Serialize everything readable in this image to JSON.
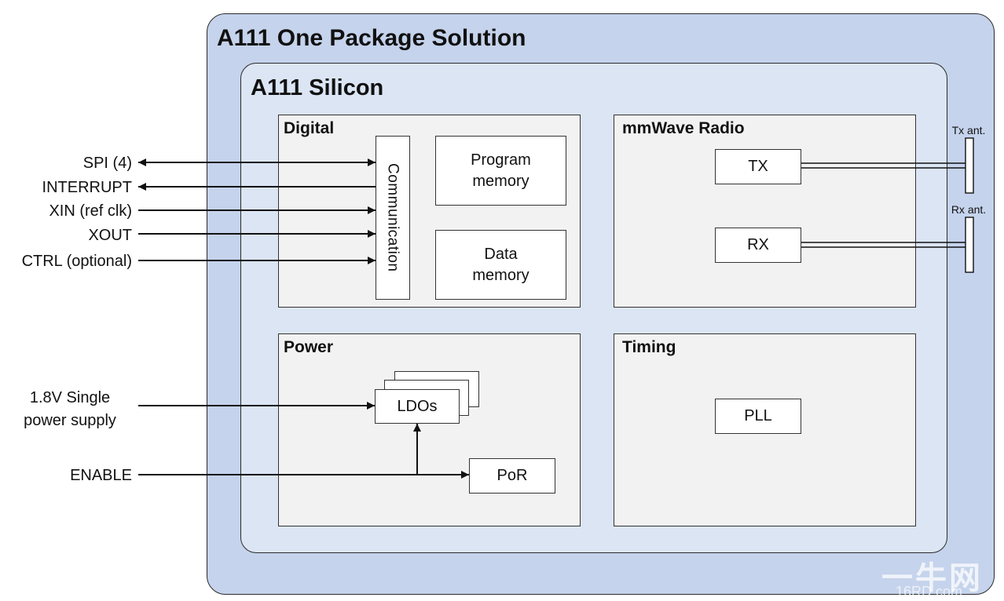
{
  "package": {
    "title": "A111 One Package Solution"
  },
  "silicon": {
    "title": "A111 Silicon"
  },
  "digital": {
    "title": "Digital",
    "communication": "Communication",
    "program_memory": [
      "Program",
      "memory"
    ],
    "data_memory": [
      "Data",
      "memory"
    ]
  },
  "radio": {
    "title": "mmWave Radio",
    "tx": "TX",
    "rx": "RX"
  },
  "power": {
    "title": "Power",
    "ldos": "LDOs",
    "por": "PoR"
  },
  "timing": {
    "title": "Timing",
    "pll": "PLL"
  },
  "antennas": {
    "tx": "Tx ant.",
    "rx": "Rx ant."
  },
  "signals": {
    "spi": "SPI (4)",
    "interrupt": "INTERRUPT",
    "xin": "XIN (ref clk)",
    "xout": "XOUT",
    "ctrl": "CTRL (optional)",
    "supply": [
      "1.8V Single",
      "power supply"
    ],
    "enable": "ENABLE"
  },
  "watermark": {
    "brand": "一牛网",
    "site": "16RD.com"
  },
  "colors": {
    "package_fill": "#c5d3ec",
    "silicon_fill": "#dbe5f4",
    "panel_fill": "#f2f2f2",
    "line": "#111111"
  }
}
